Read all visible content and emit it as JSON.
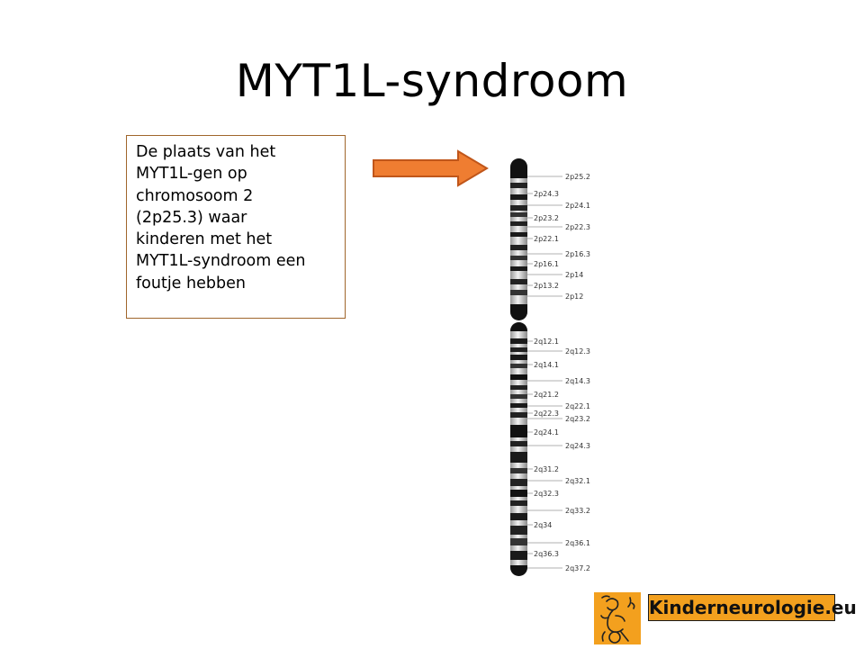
{
  "title": "MYT1L-syndroom",
  "info_box": {
    "lines": [
      "De plaats van het",
      "MYT1L-gen op",
      "chromosoom 2",
      "(2p25.3) waar",
      "kinderen met het",
      "MYT1L-syndroom een",
      "foutje hebben"
    ]
  },
  "chromosome": {
    "left_labels": [
      "2p24.3",
      "2p23.2",
      "2p22.1",
      "2p16.1",
      "2p13.2",
      "2q12.1",
      "2q14.1",
      "2q21.2",
      "2q22.3",
      "2q24.1",
      "2q31.2",
      "2q32.3",
      "2q34",
      "2q36.3"
    ],
    "right_labels": [
      "2p25.2",
      "2p24.1",
      "2p22.3",
      "2p16.3",
      "2p14",
      "2p12",
      "2q12.3",
      "2q14.3",
      "2q22.1",
      "2q23.2",
      "2q24.3",
      "2q32.1",
      "2q33.2",
      "2q36.1",
      "2q37.2"
    ]
  },
  "logo": {
    "text": "Kinderneurologie.eu"
  },
  "colors": {
    "arrow_fill": "#ef7d31",
    "arrow_stroke": "#c0561a",
    "box_border": "#a0662c",
    "logo_bg": "#f3a01e"
  }
}
